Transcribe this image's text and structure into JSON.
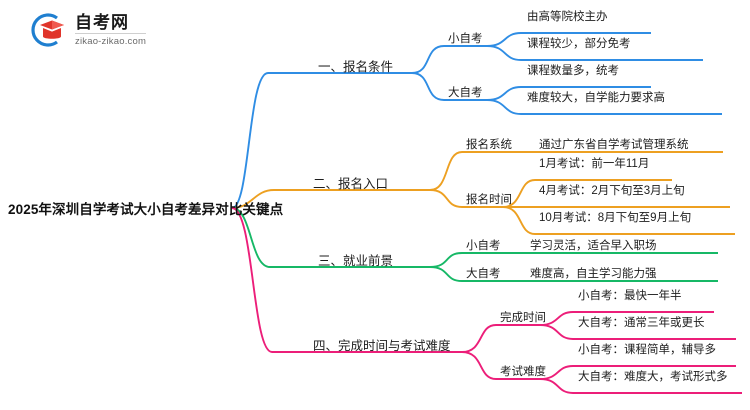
{
  "logo": {
    "name_cn": "自考网",
    "name_en": "zikao-zikao.com",
    "icon": "graduation-cap-icon",
    "color_blue": "#1f7fd0",
    "color_red": "#e0352b"
  },
  "mindmap": {
    "root": "2025年深圳自学考试大小自考差异对比关键点",
    "branches": [
      {
        "label": "一、报名条件",
        "color": "#2f8de4",
        "children": [
          {
            "label": "小自考",
            "children": [
              {
                "label": "由高等院校主办"
              },
              {
                "label": "课程较少，部分免考"
              }
            ]
          },
          {
            "label": "大自考",
            "children": [
              {
                "label": "课程数量多，统考"
              },
              {
                "label": "难度较大，自学能力要求高"
              }
            ]
          }
        ]
      },
      {
        "label": "二、报名入口",
        "color": "#eda021",
        "children": [
          {
            "label": "报名系统",
            "children": [
              {
                "label": "通过广东省自学考试管理系统"
              }
            ]
          },
          {
            "label": "报名时间",
            "children": [
              {
                "label": "1月考试：前一年11月"
              },
              {
                "label": "4月考试：2月下旬至3月上旬"
              },
              {
                "label": "10月考试：8月下旬至9月上旬"
              }
            ]
          }
        ]
      },
      {
        "label": "三、就业前景",
        "color": "#16b866",
        "children": [
          {
            "label": "小自考",
            "children": [
              {
                "label": "学习灵活，适合早入职场"
              }
            ]
          },
          {
            "label": "大自考",
            "children": [
              {
                "label": "难度高，自主学习能力强"
              }
            ]
          }
        ]
      },
      {
        "label": "四、完成时间与考试难度",
        "color": "#ec1e79",
        "children": [
          {
            "label": "完成时间",
            "children": [
              {
                "label": "小自考：最快一年半"
              },
              {
                "label": "大自考：通常三年或更长"
              }
            ]
          },
          {
            "label": "考试难度",
            "children": [
              {
                "label": "小自考：课程简单，辅导多"
              },
              {
                "label": "大自考：难度大，考试形式多"
              }
            ]
          }
        ]
      }
    ]
  }
}
